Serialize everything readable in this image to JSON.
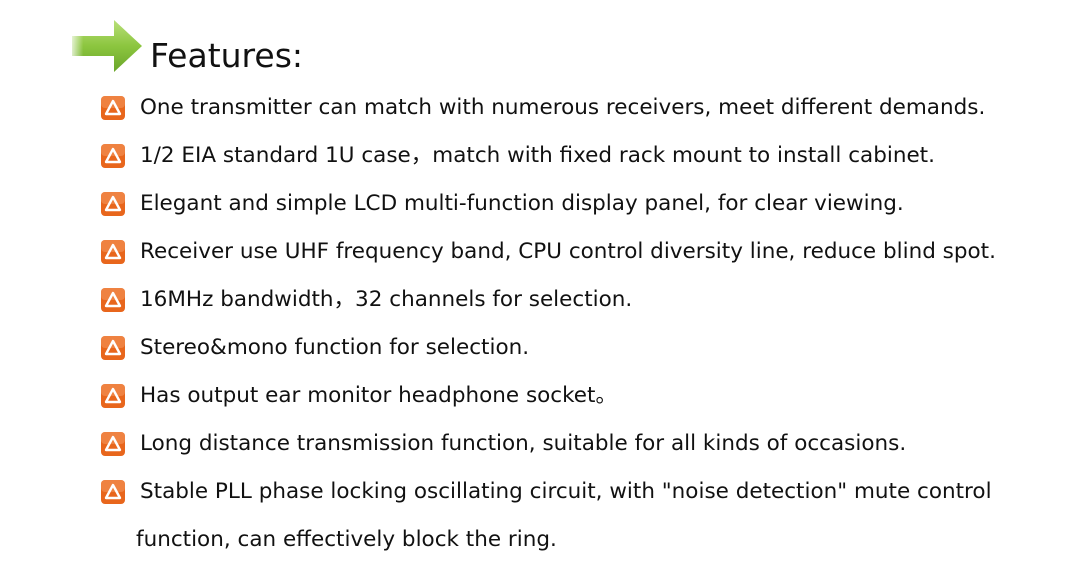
{
  "header": {
    "title": "Features:"
  },
  "colors": {
    "arrow_green": "#8cc63f",
    "bullet_orange": "#e8661c",
    "text": "#111111"
  },
  "features": [
    {
      "text": "One transmitter can match with numerous receivers, meet different demands."
    },
    {
      "text": "1/2 EIA standard 1U case，match with fixed rack mount to install cabinet."
    },
    {
      "text": "Elegant and simple LCD multi-function display panel, for clear viewing."
    },
    {
      "text": "Receiver use UHF frequency band, CPU control diversity line, reduce blind spot."
    },
    {
      "text": "16MHz bandwidth，32 channels for selection."
    },
    {
      "text": "Stereo&mono function for selection."
    },
    {
      "text": "Has output ear monitor headphone socket。"
    },
    {
      "text": "Long distance transmission function, suitable for all kinds of occasions."
    },
    {
      "text_line1": "Stable PLL phase locking oscillating circuit, with \"noise detection\" mute control",
      "text_line2": "function, can effectively block the ring."
    }
  ]
}
